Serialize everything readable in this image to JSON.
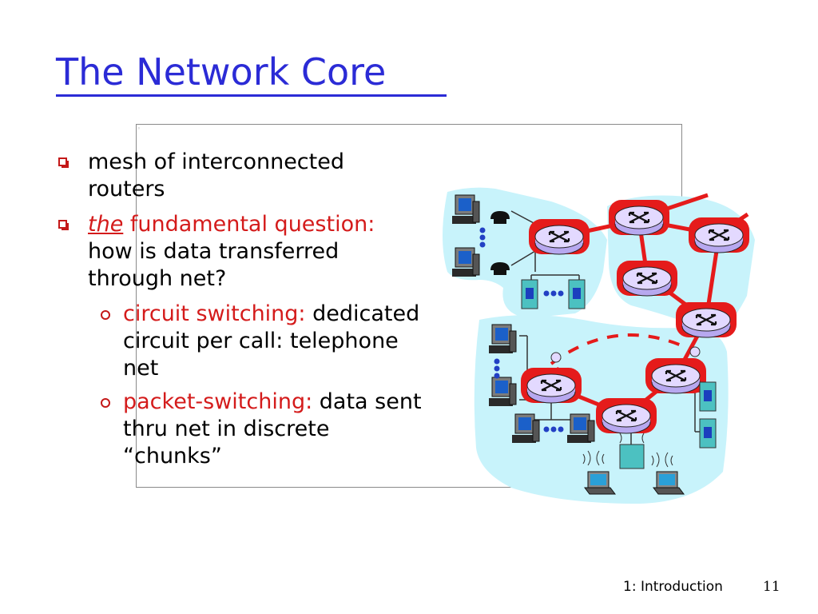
{
  "slide": {
    "title": "The Network Core",
    "bullets": [
      {
        "text": "mesh of interconnected routers"
      },
      {
        "lead_underlined": "the",
        "lead_red": " fundamental question:",
        "rest": " how is data transferred through net?"
      }
    ],
    "sub_bullets": [
      {
        "red": "circuit switching:",
        "rest": " dedicated circuit per call: telephone net"
      },
      {
        "red": "packet-switching:",
        "rest": " data sent thru net in discrete “chunks”"
      }
    ],
    "footer": {
      "label": "1: Introduction",
      "page": "11"
    }
  },
  "colors": {
    "title": "#2b2bd6",
    "accent_red": "#d41b1b",
    "cloud": "#c8f3fb",
    "router_fill": "#e3d9ff",
    "link_red": "#e51b1b"
  }
}
